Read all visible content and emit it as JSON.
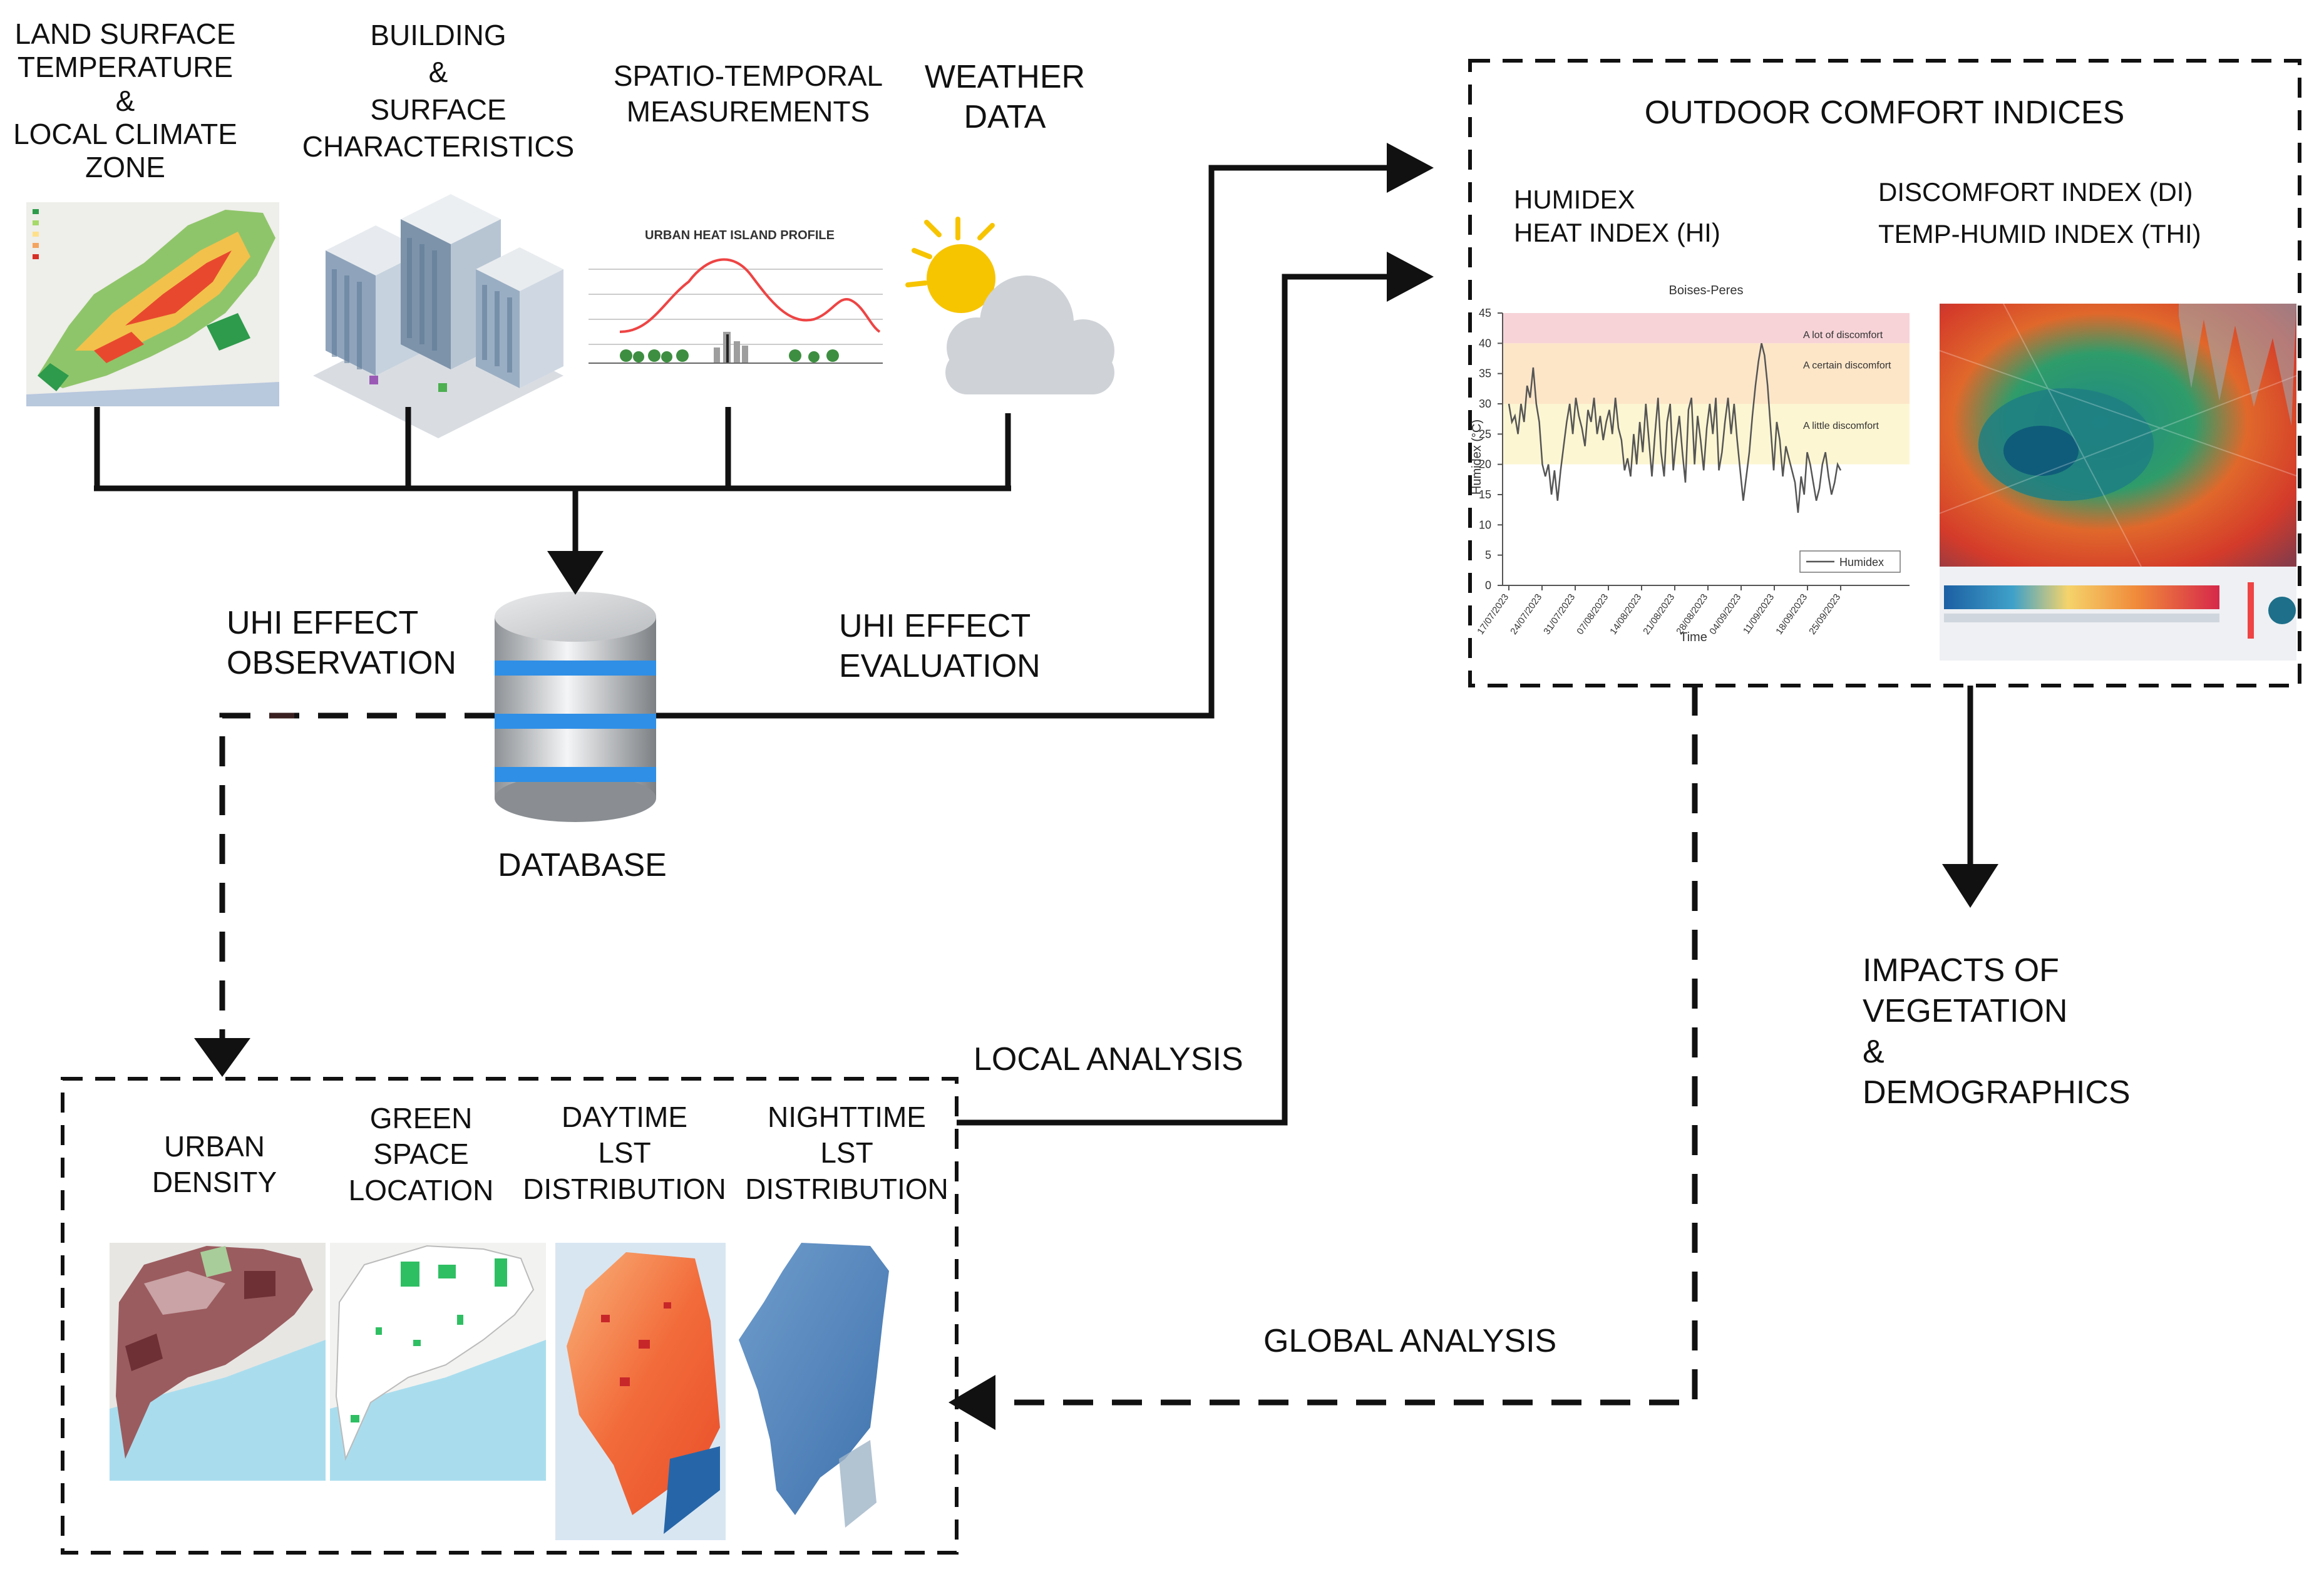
{
  "inputs": {
    "lst": [
      "LAND SURFACE",
      "TEMPERATURE",
      "&",
      "LOCAL CLIMATE",
      "ZONE"
    ],
    "building": [
      "BUILDING",
      "&",
      "SURFACE",
      "CHARACTERISTICS"
    ],
    "spatio": [
      "SPATIO-TEMPORAL",
      "MEASUREMENTS"
    ],
    "weather": [
      "WEATHER",
      "DATA"
    ],
    "uhi_profile_title": "URBAN HEAT ISLAND PROFILE"
  },
  "database": {
    "label": "DATABASE"
  },
  "flows": {
    "observation": [
      "UHI EFFECT",
      "OBSERVATION"
    ],
    "evaluation": [
      "UHI EFFECT",
      "EVALUATION"
    ],
    "local": "LOCAL ANALYSIS",
    "global": "GLOBAL ANALYSIS"
  },
  "comfort": {
    "title": "OUTDOOR COMFORT INDICES",
    "left_indices": [
      "HUMIDEX",
      "HEAT INDEX (HI)"
    ],
    "right_indices": [
      "DISCOMFORT INDEX (DI)",
      "TEMP-HUMID INDEX (THI)"
    ]
  },
  "chart_data": {
    "type": "line",
    "title": "Boises-Peres",
    "xlabel": "Time",
    "ylabel": "Humidex (°C)",
    "ylim": [
      0,
      45
    ],
    "yticks": [
      0,
      5,
      10,
      15,
      20,
      25,
      30,
      35,
      40,
      45
    ],
    "xticks": [
      "17/07/2023",
      "24/07/2023",
      "31/07/2023",
      "07/08/2023",
      "14/08/2023",
      "21/08/2023",
      "28/08/2023",
      "04/09/2023",
      "11/09/2023",
      "18/09/2023",
      "25/09/2023"
    ],
    "bands": [
      {
        "label": "A lot of discomfort",
        "from": 40,
        "to": 45,
        "color": "#f7d3d8"
      },
      {
        "label": "A certain discomfort",
        "from": 30,
        "to": 40,
        "color": "#fde6c8"
      },
      {
        "label": "A little discomfort",
        "from": 20,
        "to": 30,
        "color": "#fdf6d2"
      }
    ],
    "legend": "Humidex",
    "series": [
      {
        "name": "Humidex",
        "values": [
          30,
          27,
          28,
          25,
          30,
          27,
          33,
          31,
          36,
          30,
          27,
          20,
          18,
          20,
          15,
          19,
          14,
          19,
          23,
          27,
          30,
          25,
          31,
          28,
          26,
          23,
          29,
          27,
          31,
          25,
          28,
          24,
          27,
          29,
          25,
          31,
          26,
          24,
          19,
          21,
          18,
          25,
          20,
          27,
          22,
          30,
          24,
          18,
          25,
          31,
          22,
          18,
          27,
          30,
          19,
          24,
          28,
          22,
          17,
          29,
          31,
          20,
          28,
          24,
          19,
          26,
          30,
          25,
          31,
          19,
          22,
          27,
          31,
          25,
          30,
          24,
          19,
          14,
          18,
          22,
          28,
          33,
          37,
          40,
          38,
          33,
          26,
          19,
          27,
          24,
          18,
          23,
          21,
          19,
          17,
          12,
          18,
          15,
          22,
          20,
          17,
          14,
          16,
          20,
          22,
          18,
          15,
          17,
          20,
          19
        ]
      }
    ]
  },
  "impacts": [
    "IMPACTS OF",
    "VEGETATION",
    "&",
    "DEMOGRAPHICS"
  ],
  "local_panel": {
    "urban_density": [
      "URBAN",
      "DENSITY"
    ],
    "green_space": [
      "GREEN",
      "SPACE",
      "LOCATION"
    ],
    "daytime": [
      "DAYTIME",
      "LST",
      "DISTRIBUTION"
    ],
    "nighttime": [
      "NIGHTTIME",
      "LST",
      "DISTRIBUTION"
    ]
  },
  "colors": {
    "arrow": "#111111",
    "db_stripe": "#2f8fe6",
    "curve": "#e44",
    "sun": "#f7c400",
    "cloud": "#cfd3d7"
  }
}
